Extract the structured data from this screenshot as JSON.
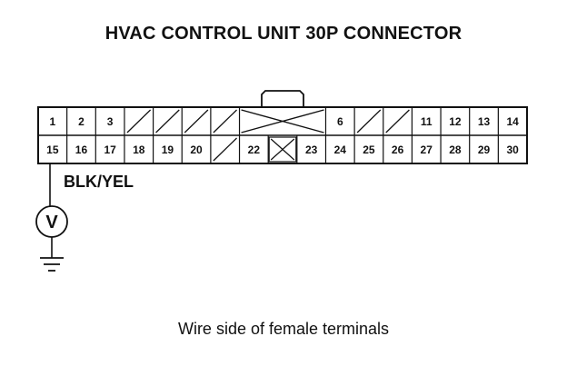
{
  "title": "HVAC CONTROL UNIT 30P CONNECTOR",
  "caption": "Wire side of female terminals",
  "wire_color": "BLK/YEL",
  "meter_symbol": "V",
  "connector": {
    "top_row": [
      {
        "label": "1",
        "state": "pin"
      },
      {
        "label": "2",
        "state": "pin"
      },
      {
        "label": "3",
        "state": "pin"
      },
      {
        "label": "",
        "state": "unused"
      },
      {
        "label": "",
        "state": "unused"
      },
      {
        "label": "",
        "state": "unused"
      },
      {
        "label": "",
        "state": "unused"
      },
      {
        "label": "",
        "state": "lock"
      },
      {
        "label": "",
        "state": "lock"
      },
      {
        "label": "",
        "state": "lock"
      },
      {
        "label": "6",
        "state": "pin"
      },
      {
        "label": "",
        "state": "unused"
      },
      {
        "label": "",
        "state": "unused"
      },
      {
        "label": "11",
        "state": "pin"
      },
      {
        "label": "12",
        "state": "pin"
      },
      {
        "label": "13",
        "state": "pin"
      },
      {
        "label": "14",
        "state": "pin"
      }
    ],
    "bottom_row": [
      {
        "label": "15",
        "state": "pin"
      },
      {
        "label": "16",
        "state": "pin"
      },
      {
        "label": "17",
        "state": "pin"
      },
      {
        "label": "18",
        "state": "pin"
      },
      {
        "label": "19",
        "state": "pin"
      },
      {
        "label": "20",
        "state": "pin"
      },
      {
        "label": "",
        "state": "unused"
      },
      {
        "label": "22",
        "state": "pin"
      },
      {
        "label": "",
        "state": "blocked"
      },
      {
        "label": "23",
        "state": "pin"
      },
      {
        "label": "24",
        "state": "pin"
      },
      {
        "label": "25",
        "state": "pin"
      },
      {
        "label": "26",
        "state": "pin"
      },
      {
        "label": "27",
        "state": "pin"
      },
      {
        "label": "28",
        "state": "pin"
      },
      {
        "label": "29",
        "state": "pin"
      },
      {
        "label": "30",
        "state": "pin"
      }
    ],
    "probe_terminal": "15"
  }
}
